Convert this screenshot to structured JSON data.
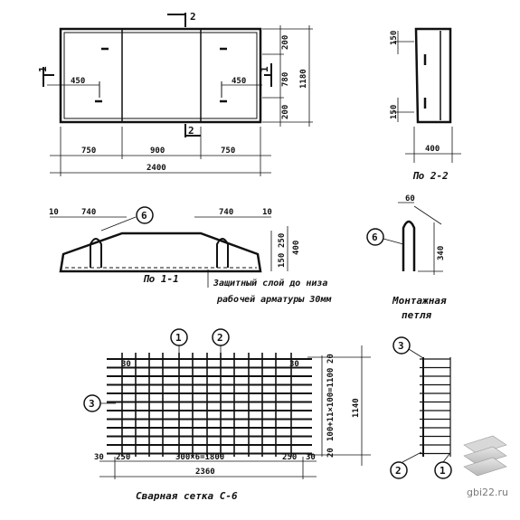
{
  "plan": {
    "section_mark_top": "2",
    "section_mark_bottom": "2",
    "section_mark_left": "1",
    "section_mark_right": "1",
    "dim_left_450": "450",
    "dim_right_450": "450",
    "dim_bottom_left": "750",
    "dim_bottom_mid": "900",
    "dim_bottom_right": "750",
    "dim_total": "2400",
    "dim_v_top": "200",
    "dim_v_mid": "780",
    "dim_v_bot": "200",
    "dim_v_total": "1180"
  },
  "section22": {
    "dim_top": "150",
    "dim_bot": "150",
    "dim_width": "400",
    "caption": "По 2-2"
  },
  "section11": {
    "dim_10_left": "10",
    "dim_740_left": "740",
    "dim_740_right": "740",
    "dim_10_right": "10",
    "callout": "6",
    "dim_150": "150",
    "dim_250": "250",
    "dim_400": "400",
    "caption": "По 1-1",
    "note_line1": "Защитный слой до низа",
    "note_line2": "рабочей арматуры 30мм"
  },
  "loop": {
    "dim_60": "60",
    "dim_340": "340",
    "callout": "6",
    "caption_line1": "Монтажная",
    "caption_line2": "петля"
  },
  "mesh": {
    "callout1": "1",
    "callout2": "2",
    "callout3": "3",
    "dim_30_tl": "30",
    "dim_30_tr": "30",
    "dim_b30_l": "30",
    "dim_b250_l": "250",
    "dim_bottom_mid": "300×6=1800",
    "dim_b250_r": "250",
    "dim_b30_r": "30",
    "dim_total": "2360",
    "dim_v_20_top": "20",
    "dim_v_mid": "100+11×100=1100",
    "dim_v_20_bot": "20",
    "dim_v_total": "1140",
    "caption": "Сварная сетка С-6"
  },
  "side": {
    "callout3": "3",
    "callout2": "2",
    "callout1": "1"
  },
  "watermark": "gbi22.ru"
}
